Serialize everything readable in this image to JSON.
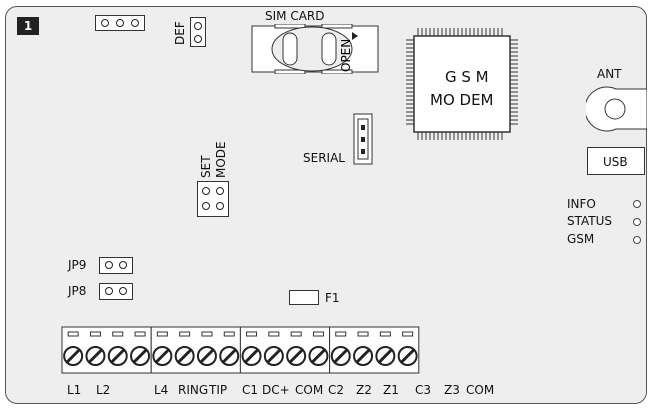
{
  "figure_number": "1",
  "labels": {
    "sim_card": "SIM CARD",
    "open": "OPEN",
    "gsm_modem_line1": "G S M",
    "gsm_modem_line2": "MO DEM",
    "ant": "ANT",
    "usb": "USB",
    "serial": "SERIAL",
    "def": "DEF",
    "set": "SET",
    "mode": "MODE",
    "jp9": "JP9",
    "jp8": "JP8",
    "f1": "F1"
  },
  "leds": [
    "INFO",
    "STATUS",
    "GSM"
  ],
  "terminal_labels": [
    "L1",
    "L2",
    "L4",
    "RING",
    "TIP",
    "C1",
    "DC+",
    "COM",
    "C2",
    "Z2",
    "Z1",
    "C3",
    "Z3",
    "COM"
  ]
}
